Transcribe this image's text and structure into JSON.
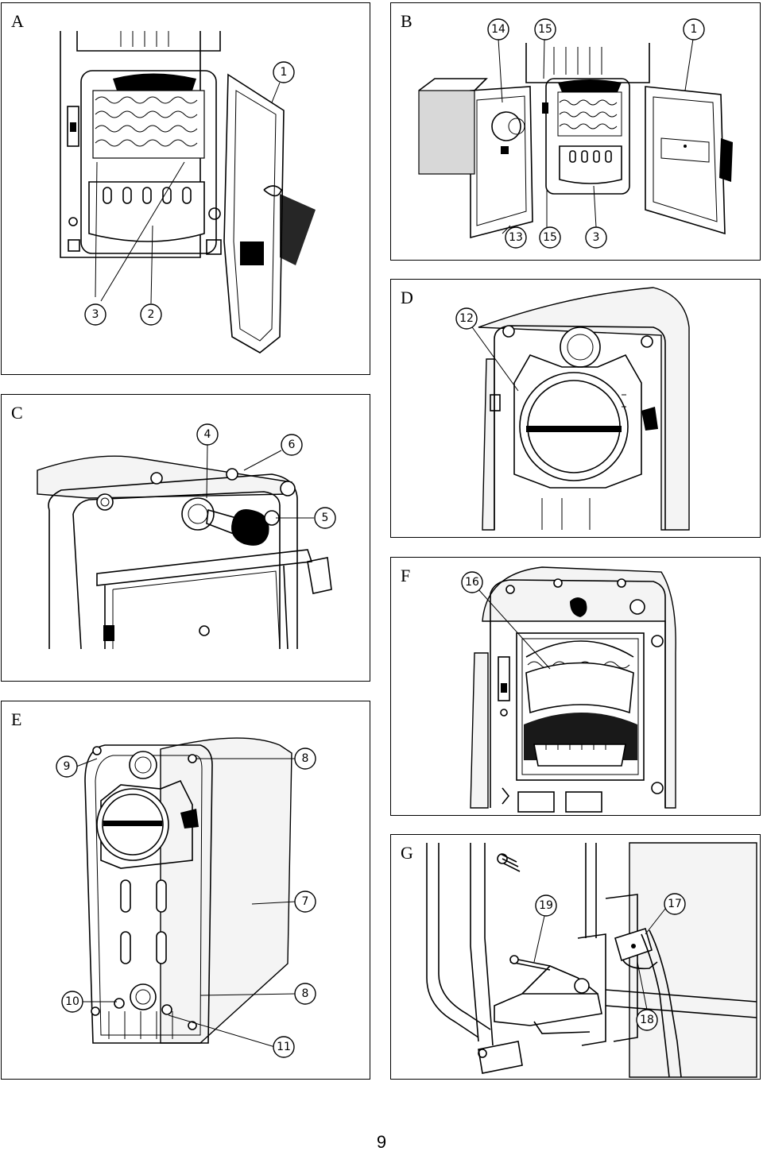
{
  "panels": [
    {
      "letter": "A",
      "callouts": [
        "1",
        "3",
        "2"
      ]
    },
    {
      "letter": "B",
      "callouts": [
        "14",
        "15",
        "1",
        "13",
        "15",
        "3"
      ]
    },
    {
      "letter": "C",
      "callouts": [
        "4",
        "6",
        "5"
      ]
    },
    {
      "letter": "D",
      "callouts": [
        "12"
      ]
    },
    {
      "letter": "E",
      "callouts": [
        "9",
        "8",
        "7",
        "8",
        "10",
        "11"
      ]
    },
    {
      "letter": "F",
      "callouts": [
        "16"
      ]
    },
    {
      "letter": "G",
      "callouts": [
        "19",
        "17",
        "18"
      ]
    }
  ],
  "page_number": "9"
}
